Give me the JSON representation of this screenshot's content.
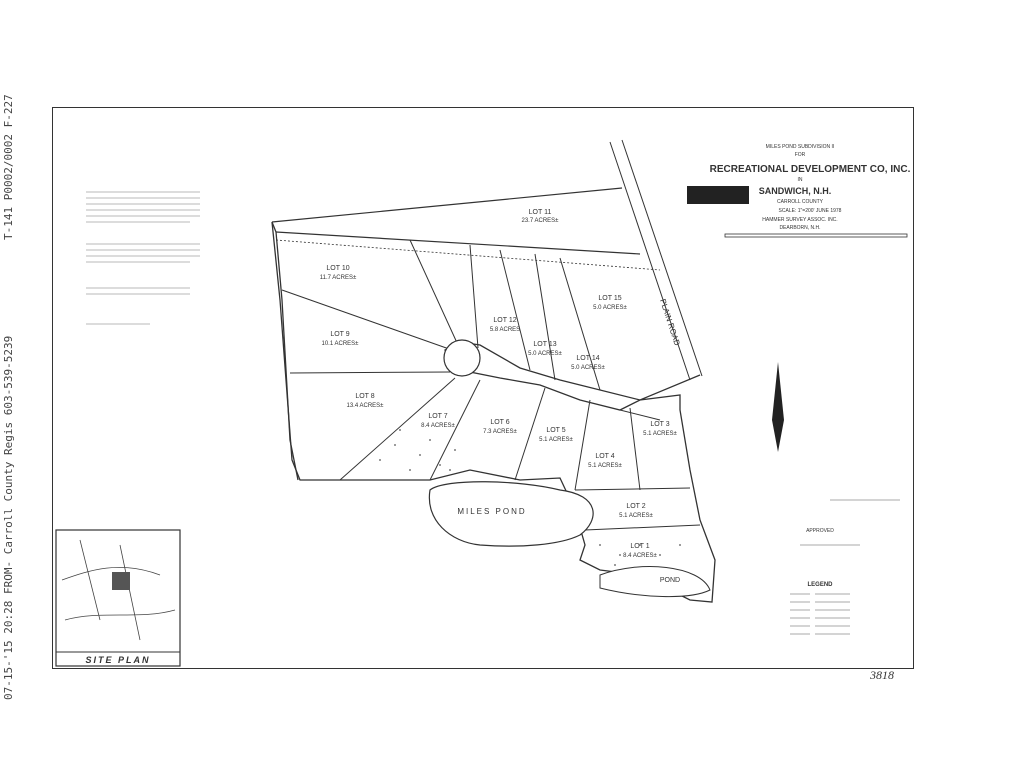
{
  "fax_header": {
    "line_left": "07-15-'15 20:28 FROM- Carroll County Regis 603-539-5239",
    "line_right": "T-141 P0002/0002 F-227"
  },
  "title_block": {
    "line1": "MILES POND SUBDIVISION II",
    "line2": "FOR",
    "line3": "RECREATIONAL DEVELOPMENT CO, INC.",
    "line4": "IN",
    "line5": "SANDWICH, N.H.",
    "line6": "CARROLL COUNTY",
    "line7": "SCALE: 1\"=200'   JUNE 1978",
    "line8": "HAMMER SURVEY ASSOC. INC.",
    "line9": "DEARBORN, N.H."
  },
  "lots": [
    {
      "label": "LOT 11",
      "area": "23.7 ACRES±"
    },
    {
      "label": "LOT 10",
      "area": "11.7 ACRES±"
    },
    {
      "label": "LOT 9",
      "area": "10.1 ACRES±"
    },
    {
      "label": "LOT 8",
      "area": "13.4 ACRES±"
    },
    {
      "label": "LOT 7",
      "area": "8.4 ACRES±"
    },
    {
      "label": "LOT 6",
      "area": "7.3 ACRES±"
    },
    {
      "label": "LOT 5",
      "area": "5.1 ACRES±"
    },
    {
      "label": "LOT 4",
      "area": "5.1 ACRES±"
    },
    {
      "label": "LOT 3",
      "area": "5.1 ACRES±"
    },
    {
      "label": "LOT 2",
      "area": "5.1 ACRES±"
    },
    {
      "label": "LOT 1",
      "area": "8.4 ACRES±"
    },
    {
      "label": "LOT 12",
      "area": "5.8 ACRES"
    },
    {
      "label": "LOT 13",
      "area": "5.0 ACRES±"
    },
    {
      "label": "LOT 14",
      "area": "5.0 ACRES±"
    },
    {
      "label": "LOT 15",
      "area": "5.0 ACRES±"
    }
  ],
  "map_labels": {
    "pond": "MILES POND",
    "pond_small": "POND",
    "road_right": "PLAIN ROAD",
    "site_plan": "SITE PLAN",
    "legend": "LEGEND",
    "approved": "APPROVED"
  },
  "sheet_number": "3818"
}
